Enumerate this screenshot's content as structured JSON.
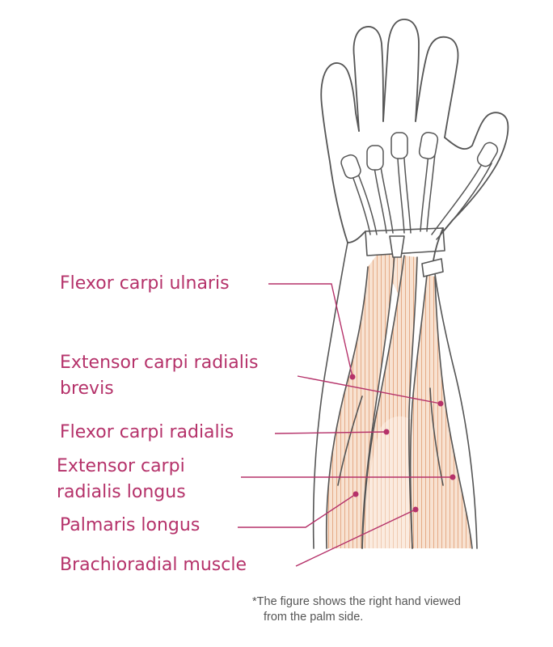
{
  "labels": {
    "flexor_carpi_ulnaris": "Flexor carpi ulnaris",
    "extensor_carpi_radialis_brevis_line1": "Extensor carpi radialis",
    "extensor_carpi_radialis_brevis_line2": "brevis",
    "flexor_carpi_radialis": "Flexor carpi radialis",
    "extensor_carpi_radialis_longus_line1": "Extensor carpi",
    "extensor_carpi_radialis_longus_line2": "radialis longus",
    "palmaris_longus": "Palmaris longus",
    "brachioradial_muscle": "Brachioradial muscle"
  },
  "note": {
    "line1": "*The figure shows the right hand viewed",
    "line2": "from the palm side."
  },
  "colors": {
    "label": "#b5326a",
    "outline": "#555555",
    "muscle_fill": "#f6dcc8",
    "muscle_striation": "#e2a47e"
  }
}
